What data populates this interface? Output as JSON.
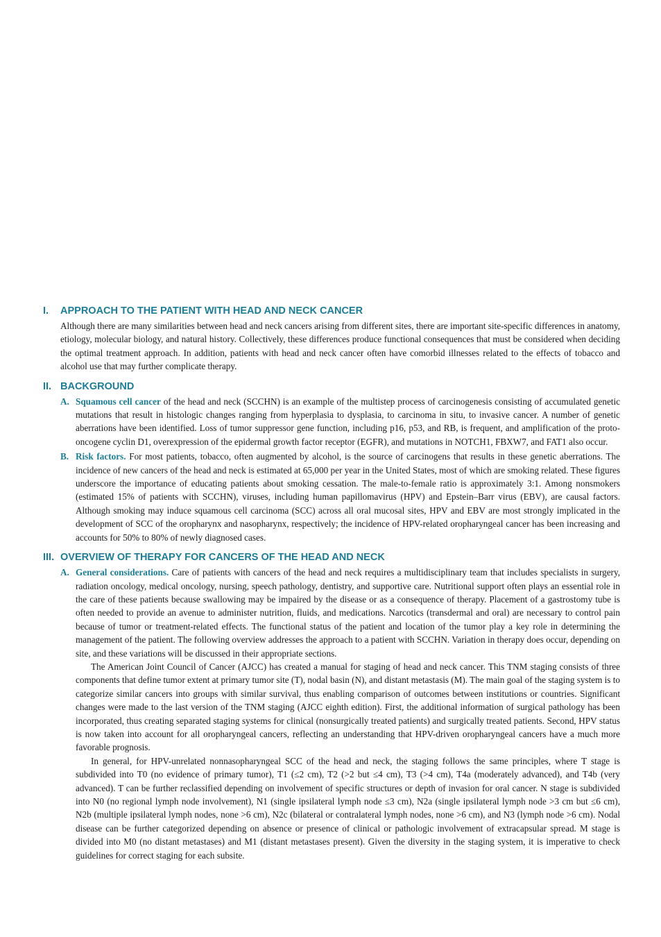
{
  "sections": [
    {
      "number": "I.",
      "title": "APPROACH TO THE PATIENT WITH HEAD AND NECK CANCER",
      "body": "Although there are many similarities between head and neck cancers arising from different sites, there are important site-specific differences in anatomy, etiology, molecular biology, and natural history. Collectively, these differences produce functional consequences that must be considered when deciding the optimal treatment approach. In addition, patients with head and neck cancer often have comorbid illnesses related to the effects of tobacco and alcohol use that may further complicate therapy."
    },
    {
      "number": "II.",
      "title": "BACKGROUND",
      "items": [
        {
          "letter": "A.",
          "heading": "Squamous cell cancer",
          "text": " of the head and neck (SCCHN) is an example of the multistep process of carcinogenesis consisting of accumulated genetic mutations that result in histologic changes ranging from hyperplasia to dysplasia, to carcinoma in situ, to invasive cancer. A number of genetic aberrations have been identified. Loss of tumor suppressor gene function, including p16, p53, and RB, is frequent, and amplification of the proto-oncogene cyclin D1, overexpression of the epidermal growth factor receptor (EGFR), and mutations in NOTCH1, FBXW7, and FAT1 also occur."
        },
        {
          "letter": "B.",
          "heading": "Risk factors.",
          "text": " For most patients, tobacco, often augmented by alcohol, is the source of carcinogens that results in these genetic aberrations. The incidence of new cancers of the head and neck is estimated at 65,000 per year in the United States, most of which are smoking related. These figures underscore the importance of educating patients about smoking cessation. The male-to-female ratio is approximately 3:1. Among nonsmokers (estimated 15% of patients with SCCHN), viruses, including human papillomavirus (HPV) and Epstein–Barr virus (EBV), are causal factors. Although smoking may induce squamous cell carcinoma (SCC) across all oral mucosal sites, HPV and EBV are most strongly implicated in the development of SCC of the oropharynx and nasopharynx, respectively; the incidence of HPV-related oropharyngeal cancer has been increasing and accounts for 50% to 80% of newly diagnosed cases."
        }
      ]
    },
    {
      "number": "III.",
      "title": "OVERVIEW OF THERAPY FOR CANCERS OF THE HEAD AND NECK",
      "items": [
        {
          "letter": "A.",
          "heading": "General considerations.",
          "text": " Care of patients with cancers of the head and neck requires a multidisciplinary team that includes specialists in surgery, radiation oncology, medical oncology, nursing, speech pathology, dentistry, and supportive care. Nutritional support often plays an essential role in the care of these patients because swallowing may be impaired by the disease or as a consequence of therapy. Placement of a gastrostomy tube is often needed to provide an avenue to administer nutrition, fluids, and medications. Narcotics (transdermal and oral) are necessary to control pain because of tumor or treatment-related effects. The functional status of the patient and location of the tumor play a key role in determining the management of the patient. The following overview addresses the approach to a patient with SCCHN. Variation in therapy does occur, depending on site, and these variations will be discussed in their appropriate sections.",
          "paragraphs": [
            "The American Joint Council of Cancer (AJCC) has created a manual for staging of head and neck cancer. This TNM staging consists of three components that define tumor extent at primary tumor site (T), nodal basin (N), and distant metastasis (M). The main goal of the staging system is to categorize similar cancers into groups with similar survival, thus enabling comparison of outcomes between institutions or countries. Significant changes were made to the last version of the TNM staging (AJCC eighth edition). First, the additional information of surgical pathology has been incorporated, thus creating separated staging systems for clinical (nonsurgically treated patients) and surgically treated patients. Second, HPV status is now taken into account for all oropharyngeal cancers, reflecting an understanding that HPV-driven oropharyngeal cancers have a much more favorable prognosis.",
            "In general, for HPV-unrelated nonnasopharyngeal SCC of the head and neck, the staging follows the same principles, where T stage is subdivided into T0 (no evidence of primary tumor), T1 (≤2 cm), T2 (>2 but ≤4 cm), T3 (>4 cm), T4a (moderately advanced), and T4b (very advanced). T can be further reclassified depending on involvement of specific structures or depth of invasion for oral cancer. N stage is subdivided into N0 (no regional lymph node involvement), N1 (single ipsilateral lymph node ≤3 cm), N2a (single ipsilateral lymph node >3 cm but ≤6 cm), N2b (multiple ipsilateral lymph nodes, none >6 cm), N2c (bilateral or contralateral lymph nodes, none >6 cm), and N3 (lymph node >6 cm). Nodal disease can be further categorized depending on absence or presence of clinical or pathologic involvement of extracapsular spread. M stage is divided into M0 (no distant metastases) and M1 (distant metastases present). Given the diversity in the staging system, it is imperative to check guidelines for correct staging for each subsite."
          ]
        }
      ]
    }
  ]
}
